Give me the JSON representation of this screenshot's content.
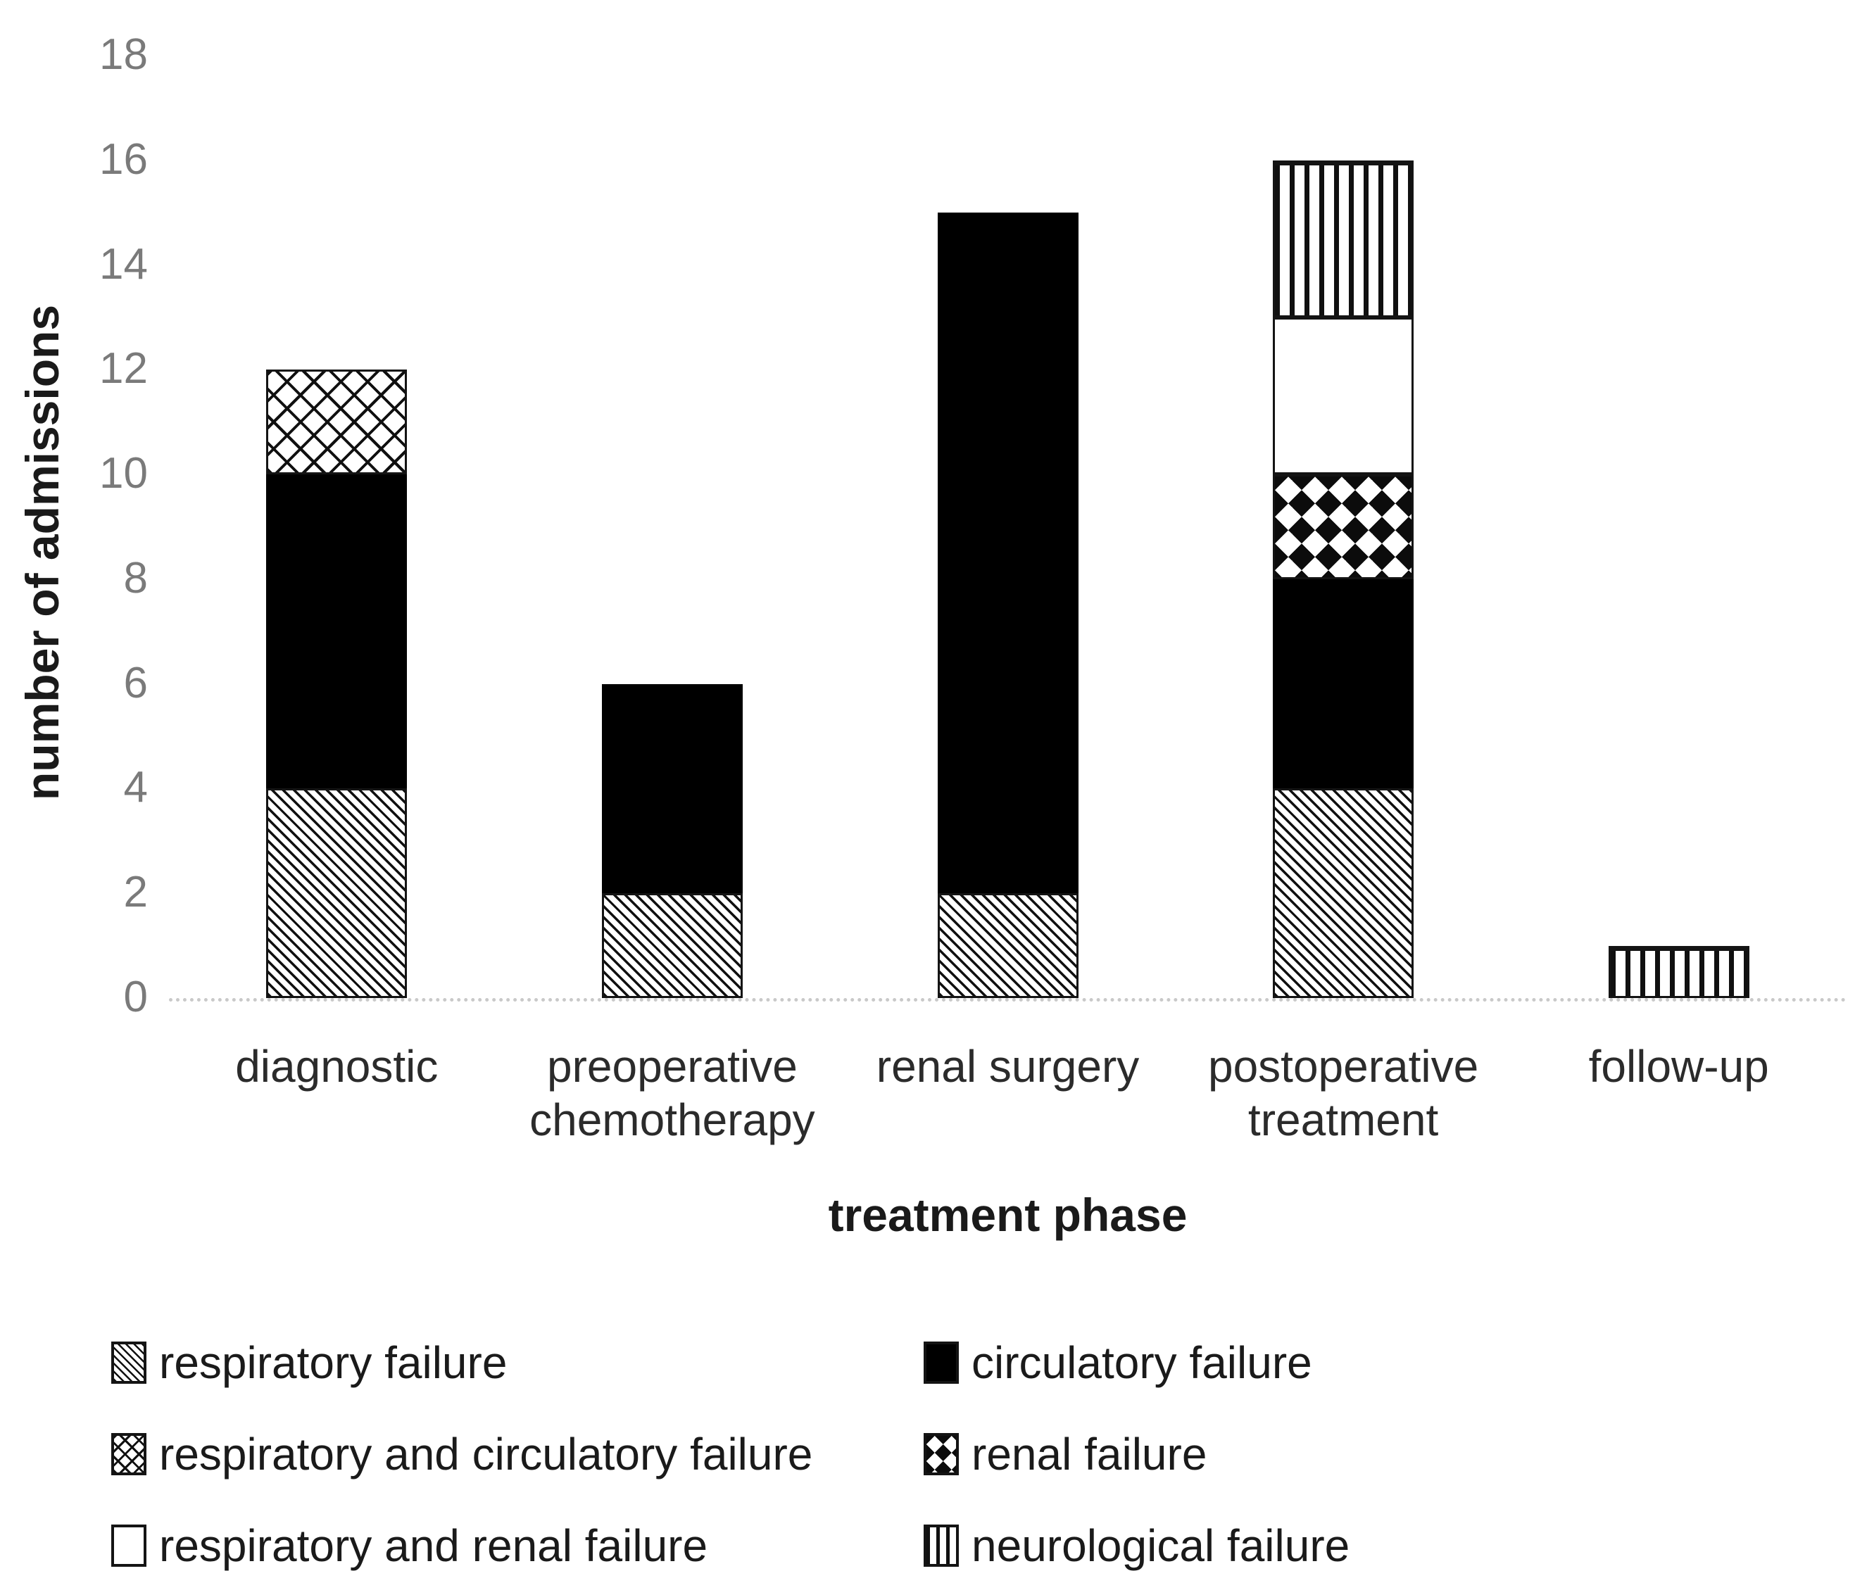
{
  "chart_data": {
    "type": "bar",
    "stacked": true,
    "categories": [
      "diagnostic",
      "preoperative chemotherapy",
      "renal surgery",
      "postoperative treatment",
      "follow-up"
    ],
    "series": [
      {
        "name": "respiratory failure",
        "pattern": "diagonal-hatch",
        "values": [
          4,
          2,
          2,
          4,
          0
        ]
      },
      {
        "name": "circulatory failure",
        "pattern": "solid-black",
        "values": [
          6,
          4,
          13,
          4,
          0
        ]
      },
      {
        "name": "respiratory and circulatory failure",
        "pattern": "crosshatch",
        "values": [
          2,
          0,
          0,
          0,
          0
        ]
      },
      {
        "name": "renal failure",
        "pattern": "black-diamonds",
        "values": [
          0,
          0,
          0,
          2,
          0
        ]
      },
      {
        "name": "respiratory and renal failure",
        "pattern": "white",
        "values": [
          0,
          0,
          0,
          3,
          0
        ]
      },
      {
        "name": "neurological failure",
        "pattern": "vertical-stripes",
        "values": [
          0,
          0,
          0,
          3,
          1
        ]
      }
    ],
    "totals": [
      12,
      6,
      15,
      16,
      1
    ],
    "xlabel": "treatment phase",
    "ylabel": "number of admissions",
    "ylim": [
      0,
      18
    ],
    "ytick_step": 2,
    "ytick_labels": [
      "0",
      "2",
      "4",
      "6",
      "8",
      "10",
      "12",
      "14",
      "16",
      "18"
    ],
    "grid": false,
    "legend_position": "bottom",
    "legend_columns": 2
  },
  "colors": {
    "background": "#ffffff",
    "bar_ink": "#101010",
    "tick_label": "#7a7a7a",
    "axis_line": "#c9c9c9",
    "text": "#1a1a1a"
  }
}
